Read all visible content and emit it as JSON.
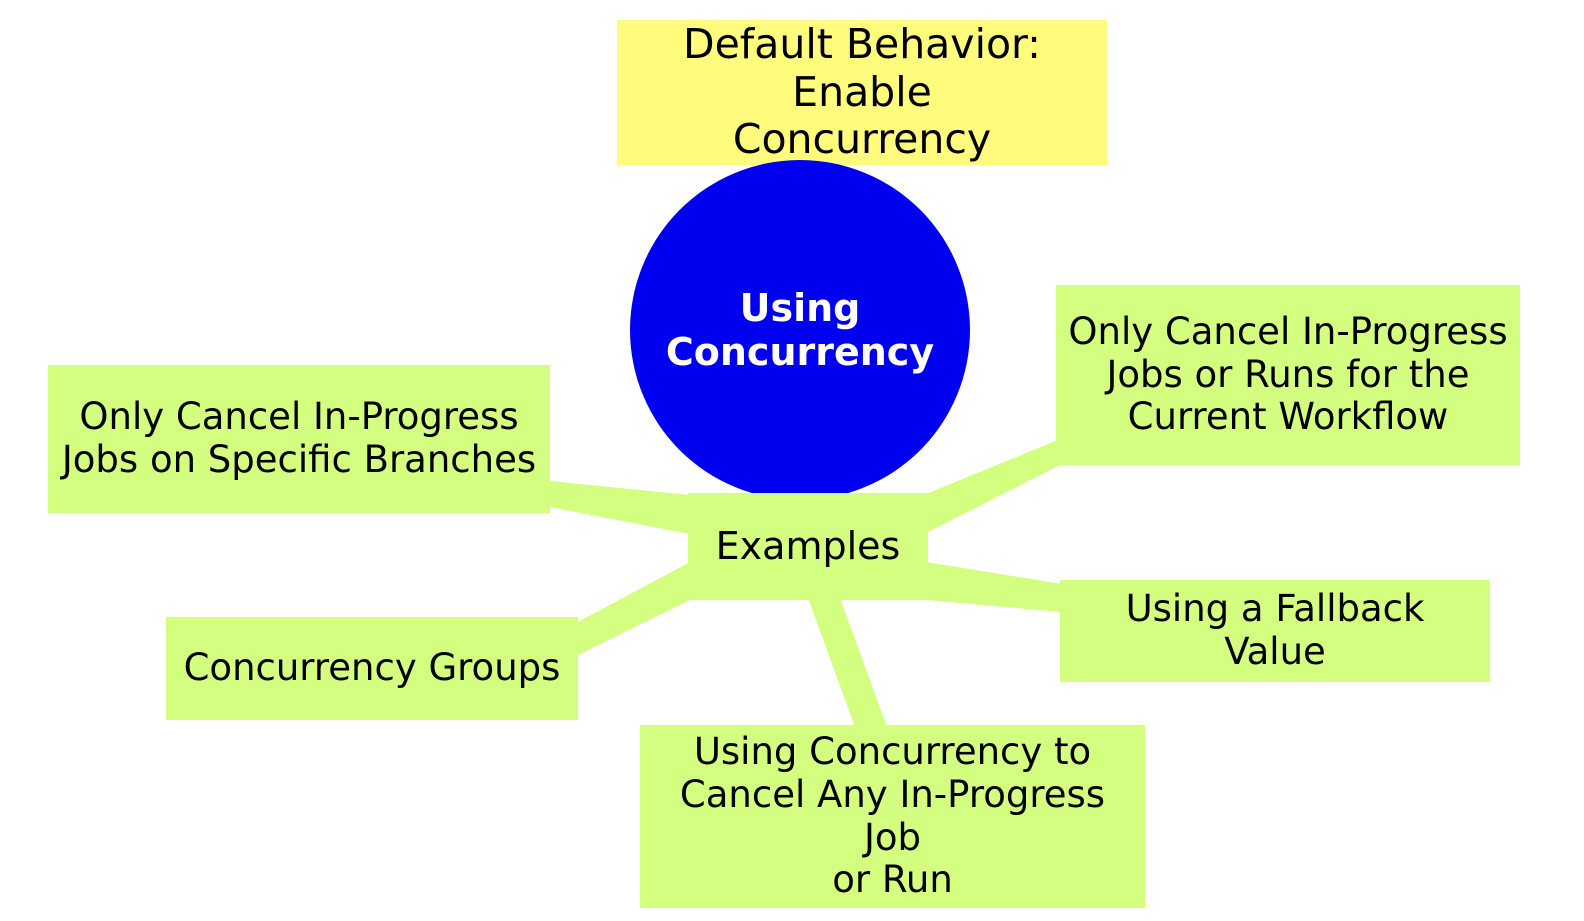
{
  "diagram": {
    "type": "mind-map",
    "title": "Using Concurrency",
    "background": "#ffffff",
    "colors": {
      "root_fill": "#fffb7d",
      "center_fill": "#0000f0",
      "center_text": "#ffffff",
      "branch_fill": "#d3fe80",
      "text": "#000000"
    }
  },
  "nodes": {
    "root_title": {
      "label": "Default Behavior: Enable\nConcurrency",
      "shape": "rectangle",
      "fill": "#fffb7d"
    },
    "center": {
      "label": "Using Concurrency",
      "shape": "circle",
      "fill": "#0000f0"
    },
    "examples": {
      "label": "Examples",
      "shape": "rectangle",
      "fill": "#d3fe80"
    },
    "branch_specific": {
      "label": "Only Cancel In-Progress\nJobs on Specific Branches",
      "shape": "rectangle",
      "fill": "#d3fe80"
    },
    "current_workflow": {
      "label": "Only Cancel In-Progress\nJobs or Runs for the\nCurrent Workflow",
      "shape": "rectangle",
      "fill": "#d3fe80"
    },
    "fallback": {
      "label": "Using a Fallback Value",
      "shape": "rectangle",
      "fill": "#d3fe80"
    },
    "groups": {
      "label": "Concurrency Groups",
      "shape": "rectangle",
      "fill": "#d3fe80"
    },
    "any_job": {
      "label": "Using Concurrency to\nCancel Any In-Progress Job\nor Run",
      "shape": "rectangle",
      "fill": "#d3fe80"
    }
  },
  "edges": [
    {
      "from": "examples",
      "to": "branch_specific",
      "style": "tapered-wedge"
    },
    {
      "from": "examples",
      "to": "current_workflow",
      "style": "tapered-wedge"
    },
    {
      "from": "examples",
      "to": "fallback",
      "style": "tapered-wedge"
    },
    {
      "from": "examples",
      "to": "groups",
      "style": "tapered-wedge"
    },
    {
      "from": "examples",
      "to": "any_job",
      "style": "tapered-wedge"
    }
  ]
}
